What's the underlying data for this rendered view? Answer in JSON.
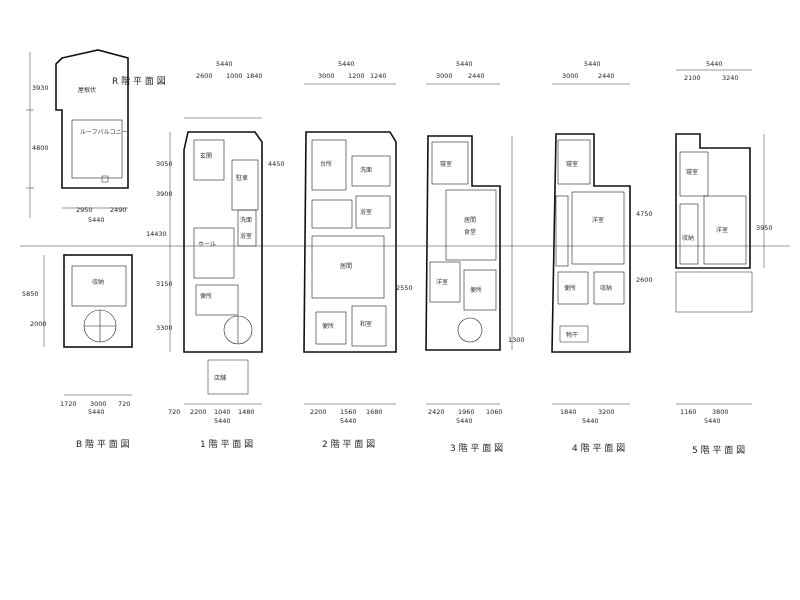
{
  "plans": [
    {
      "id": "r",
      "title": "R 階 平 面 図",
      "rooms": [
        "屋根伏",
        "ルーフバルコニー"
      ],
      "top_dims": [],
      "bottom_dims": [
        "2950",
        "2490",
        "5440"
      ]
    },
    {
      "id": "b",
      "title": "B 階 平 面 図",
      "rooms": [
        "収納"
      ],
      "top_dims": [],
      "bottom_dims": [
        "1720",
        "3000",
        "720",
        "5440"
      ]
    },
    {
      "id": "f1",
      "title": "1 階 平 面 図",
      "rooms": [
        "玄関",
        "駐車",
        "ホール",
        "洗面",
        "浴室",
        "便所",
        "店舗"
      ],
      "top_dims": [
        "5440",
        "2600",
        "1000",
        "1840"
      ],
      "bottom_dims": [
        "720",
        "2200",
        "1040",
        "1480",
        "5440"
      ]
    },
    {
      "id": "f2",
      "title": "2 階 平 面 図",
      "rooms": [
        "台所",
        "洗面",
        "浴室",
        "居間",
        "和室",
        "便所"
      ],
      "top_dims": [
        "5440",
        "3000",
        "1200",
        "1240"
      ],
      "bottom_dims": [
        "2200",
        "1560",
        "1680",
        "5440"
      ]
    },
    {
      "id": "f3",
      "title": "3 階 平 面 図",
      "rooms": [
        "寝室",
        "居間",
        "食堂",
        "洋室",
        "便所"
      ],
      "top_dims": [
        "5440",
        "3000",
        "2440"
      ],
      "bottom_dims": [
        "2420",
        "1960",
        "1060",
        "5440"
      ]
    },
    {
      "id": "f4",
      "title": "4 階 平 面 図",
      "rooms": [
        "寝室",
        "洋室",
        "便所",
        "収納",
        "物干"
      ],
      "top_dims": [
        "5440",
        "3000",
        "2440"
      ],
      "bottom_dims": [
        "1840",
        "3200",
        "5440"
      ]
    },
    {
      "id": "f5",
      "title": "5 階 平 面 図",
      "rooms": [
        "寝室",
        "洋室",
        "収納"
      ],
      "top_dims": [
        "5440",
        "2100",
        "3240"
      ],
      "bottom_dims": [
        "1160",
        "3800",
        "5440"
      ]
    }
  ],
  "side_dims": [
    "3930",
    "4800",
    "3050",
    "3900",
    "14430",
    "4450",
    "3150",
    "3300",
    "2000",
    "5850",
    "2550",
    "1300",
    "4750",
    "3950",
    "2600"
  ]
}
